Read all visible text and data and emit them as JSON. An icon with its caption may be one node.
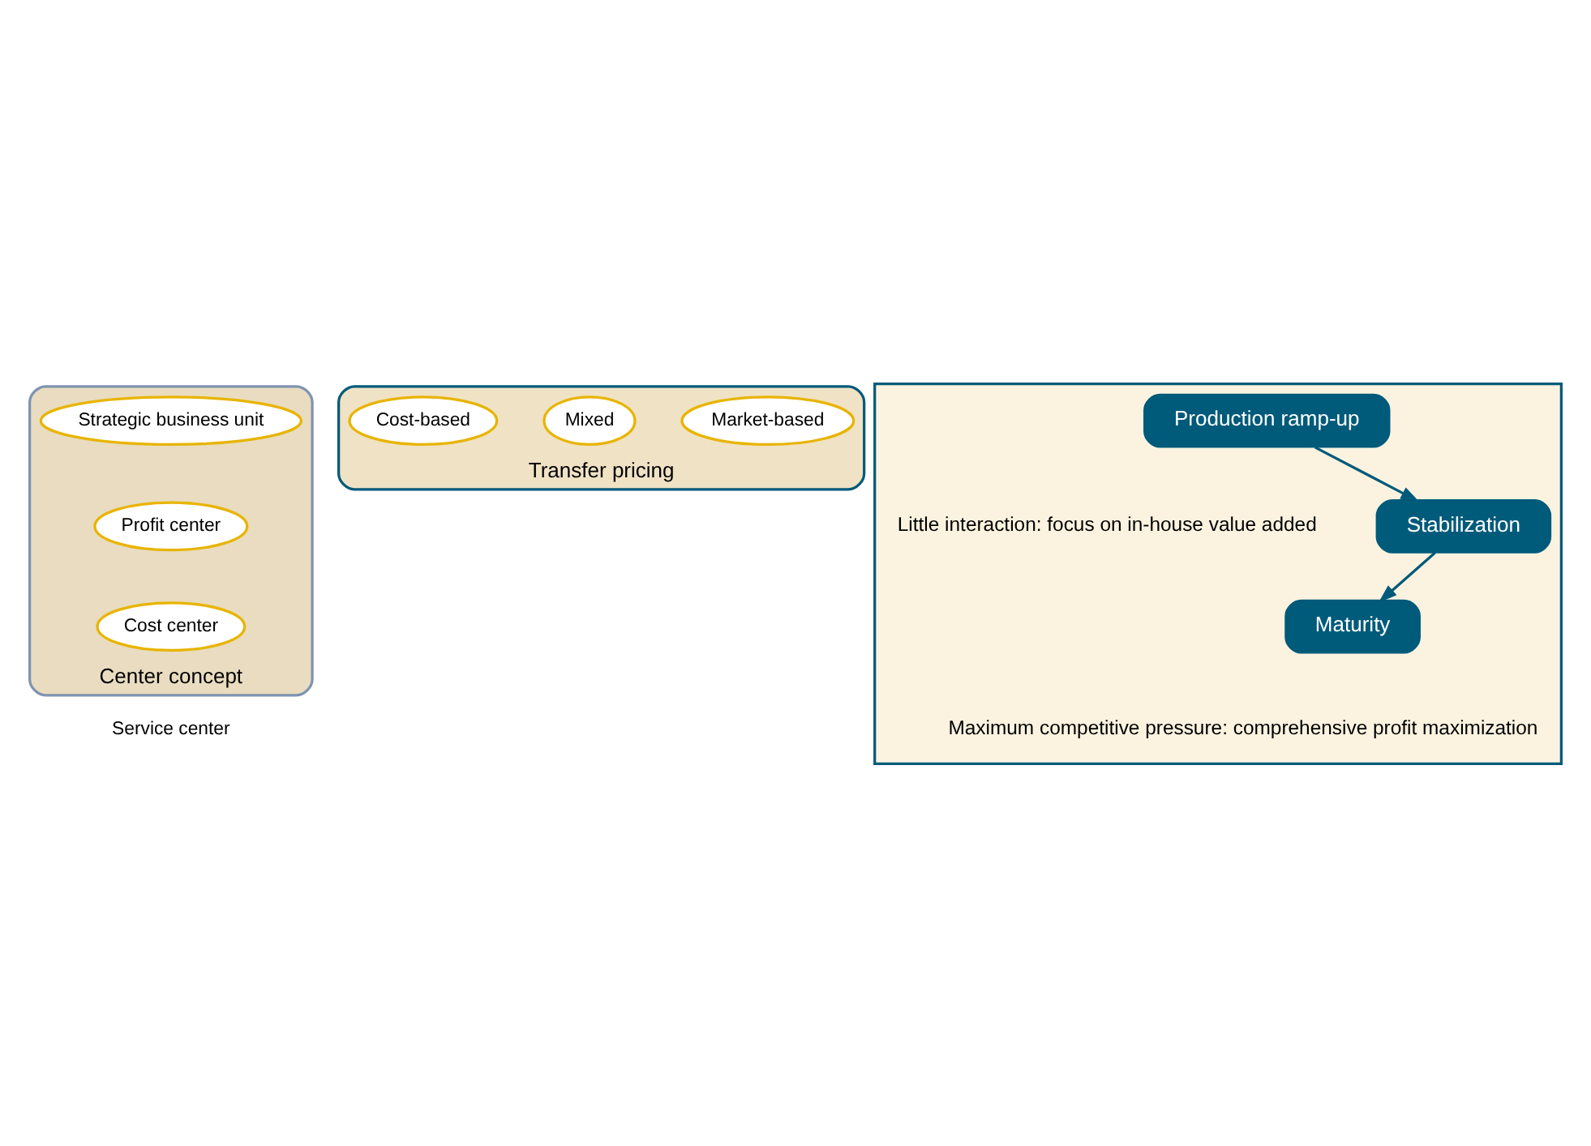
{
  "diagram": {
    "nodes": [
      {
        "text": [
          "Center concept"
        ]
      },
      {
        "text": [
          "Strategic business unit"
        ],
        "in": 0
      },
      {
        "text": [
          "Profit center"
        ],
        "in": 0
      },
      {
        "text": [
          "Cost center"
        ],
        "in": 0
      },
      {
        "text": [
          "Transfer pricing"
        ]
      },
      {
        "text": [
          "Cost-based"
        ],
        "in": 4
      },
      {
        "text": [
          "Mixed"
        ],
        "in": 4
      },
      {
        "text": [
          "Market-based"
        ],
        "in": 4
      },
      {
        "text": [],
        "shape": "box"
      },
      {
        "text": [
          "Production ramp-up"
        ],
        "in": 8,
        "beside": [
          "Little interaction: focus on in-house value added"
        ]
      },
      {
        "text": [
          "Stabilization"
        ],
        "in": 8
      },
      {
        "text": [
          "Maturity"
        ],
        "in": 8,
        "beside": [
          "Maximum competitive pressure: comprehensive profit maximization"
        ]
      }
    ],
    "edges": [
      {
        "from": 9,
        "to": 10,
        "arrow": "to"
      },
      {
        "from": 10,
        "to": 11,
        "arrow": "to"
      }
    ],
    "labels": [
      "Service center"
    ]
  }
}
